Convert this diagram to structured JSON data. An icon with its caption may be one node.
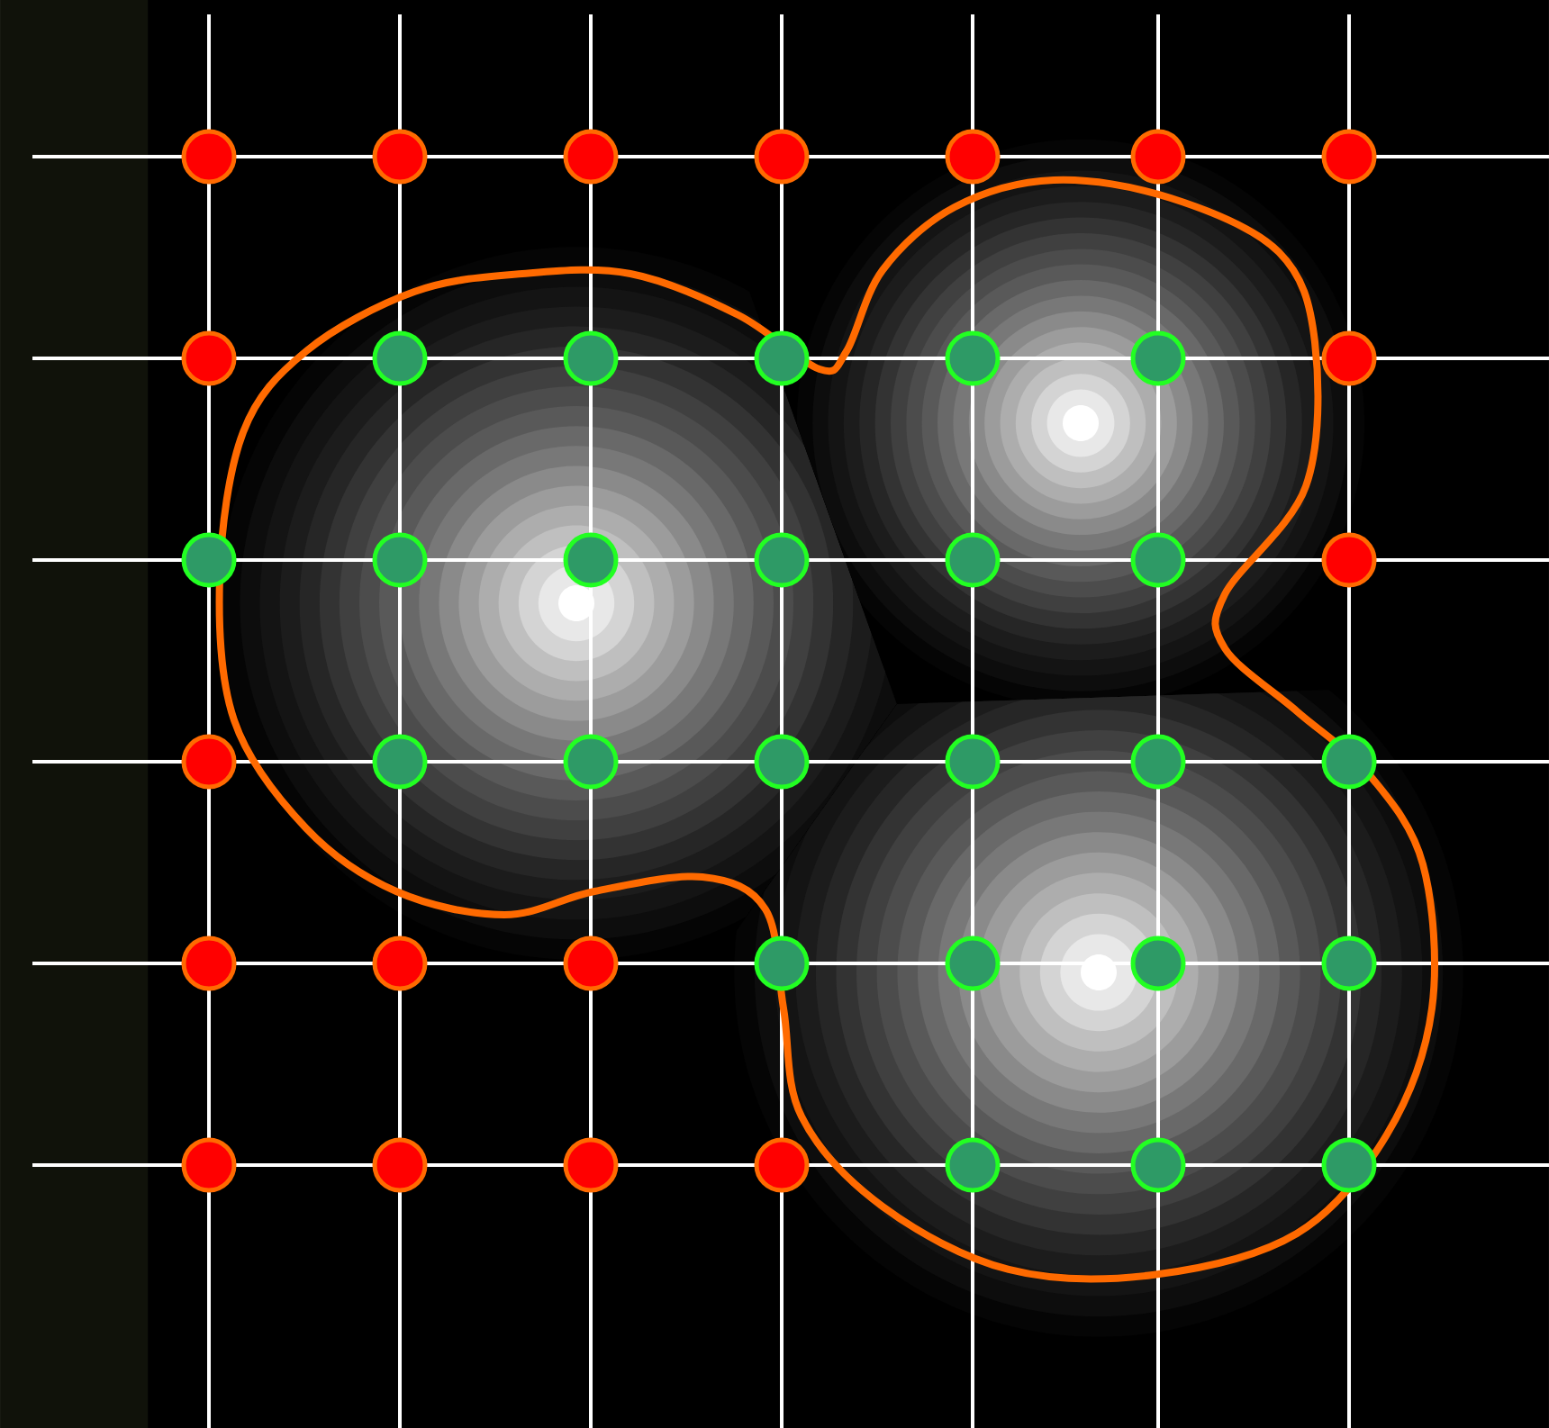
{
  "diagram": {
    "nodes": [
      {
        "text": [],
        "shape": "circle"
      },
      {
        "text": [],
        "shape": "circle"
      },
      {
        "text": [],
        "shape": "circle"
      },
      {
        "text": [],
        "shape": "circle"
      },
      {
        "text": [],
        "shape": "circle"
      },
      {
        "text": [],
        "shape": "circle"
      },
      {
        "text": [],
        "shape": "circle"
      },
      {
        "text": [],
        "shape": "circle"
      },
      {
        "text": [],
        "shape": "circle"
      },
      {
        "text": [],
        "shape": "circle"
      },
      {
        "text": [],
        "shape": "circle"
      },
      {
        "text": [],
        "shape": "circle"
      },
      {
        "text": [],
        "shape": "circle"
      },
      {
        "text": [],
        "shape": "circle"
      },
      {
        "text": [],
        "shape": "circle"
      },
      {
        "text": [],
        "shape": "circle"
      },
      {
        "text": [],
        "shape": "circle"
      },
      {
        "text": [],
        "shape": "circle"
      },
      {
        "text": [],
        "shape": "circle"
      },
      {
        "text": [],
        "shape": "circle"
      },
      {
        "text": [],
        "shape": "circle"
      },
      {
        "text": [],
        "shape": "circle"
      },
      {
        "text": [],
        "shape": "circle"
      },
      {
        "text": [],
        "shape": "circle"
      },
      {
        "text": [],
        "shape": "circle"
      },
      {
        "text": [],
        "shape": "circle"
      },
      {
        "text": [],
        "shape": "circle"
      },
      {
        "text": [],
        "shape": "circle"
      },
      {
        "text": [],
        "shape": "circle"
      },
      {
        "text": [],
        "shape": "circle"
      },
      {
        "text": [],
        "shape": "circle"
      },
      {
        "text": [],
        "shape": "circle"
      },
      {
        "text": [],
        "shape": "circle"
      },
      {
        "text": [],
        "shape": "circle"
      },
      {
        "text": [],
        "shape": "circle"
      },
      {
        "text": [],
        "shape": "circle"
      },
      {
        "text": [],
        "shape": "circle"
      },
      {
        "text": [],
        "shape": "circle"
      },
      {
        "text": [],
        "shape": "circle"
      },
      {
        "text": [],
        "shape": "circle"
      },
      {
        "text": [],
        "shape": "circle"
      },
      {
        "text": [],
        "shape": "circle"
      }
    ]
  }
}
